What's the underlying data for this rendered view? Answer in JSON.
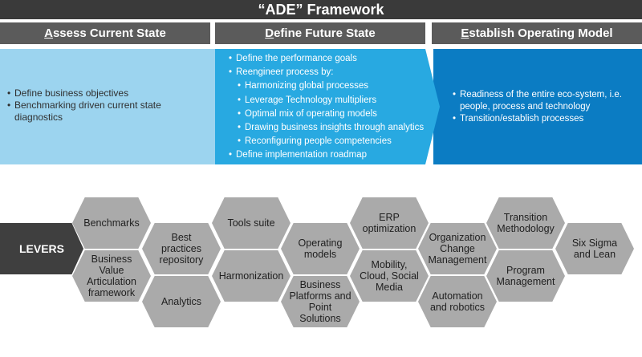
{
  "framework_title": "“ADE” Framework",
  "phases": [
    {
      "initial": "A",
      "rest": "ssess Current State",
      "bullets": [
        "Define business objectives",
        "Benchmarking driven current state diagnostics"
      ]
    },
    {
      "initial": "D",
      "rest": "efine Future State",
      "bullets": [
        "Define the performance goals",
        "Reengineer process by:",
        "Harmonizing global processes",
        "Leverage Technology multipliers",
        "Optimal mix of operating models",
        "Drawing business insights through analytics",
        "Reconfiguring people competencies",
        "Define implementation roadmap"
      ]
    },
    {
      "initial": "E",
      "rest": "stablish Operating Model",
      "bullets": [
        "Readiness of the entire eco-system, i.e. people, process and technology",
        "Transition/establish processes"
      ]
    }
  ],
  "levers_label": "LEVERS",
  "levers": [
    "Benchmarks",
    "Business Value Articulation framework",
    "Best practices repository",
    "Analytics",
    "Tools suite",
    "Harmonization",
    "Operating models",
    "Business Platforms and Point Solutions",
    "ERP optimization",
    "Mobility, Cloud, Social Media",
    "Organization Change Management",
    "Automation and robotics",
    "Transition Methodology",
    "Program Management",
    "Six Sigma and Lean"
  ],
  "colors": {
    "title_bar": "#3a3a3a",
    "header": "#5b5b5b",
    "assess": "#9cd4ef",
    "define": "#28a9e1",
    "establish": "#0b7cc3",
    "hexagon": "#aaaaaa",
    "levers": "#3f3f3f"
  }
}
